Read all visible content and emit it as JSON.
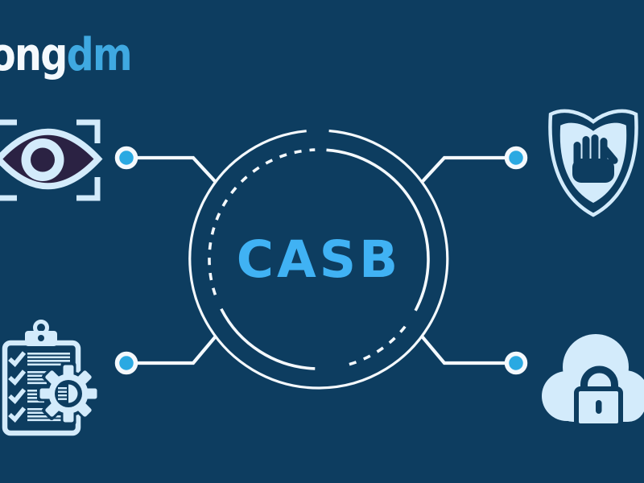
{
  "logo": {
    "visible_text": "ongdm",
    "white_text": "ong",
    "blue_text": "dm"
  },
  "diagram": {
    "center_label": "CASB",
    "description_of_nodes": "central circle connected by elbow lines to four corner icons",
    "icons": {
      "top_left": "eye-visibility-icon",
      "top_right": "shield-stop-hand-icon",
      "bottom_left": "checklist-clipboard-gear-icon",
      "bottom_right": "cloud-padlock-icon"
    }
  },
  "colors": {
    "bg": "#0d3d60",
    "white": "#f4f9fd",
    "light": "#d3ebfb",
    "accent": "#40b2f4",
    "logoBlue": "#3fa9e1",
    "nodeBlue": "#2aa9e2",
    "eyeDark": "#2b2243"
  }
}
